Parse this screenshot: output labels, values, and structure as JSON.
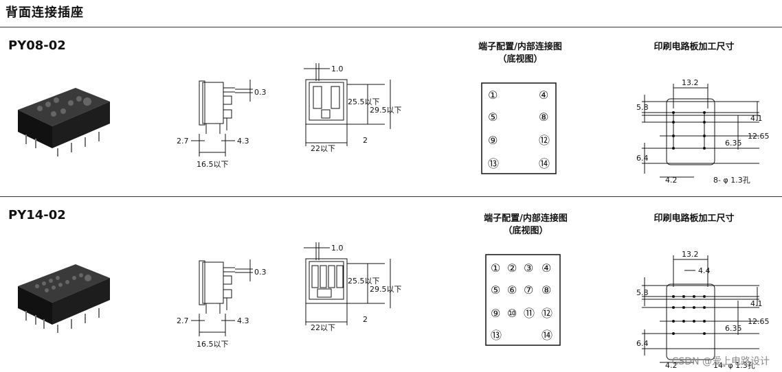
{
  "page": {
    "title": "背面连接插座"
  },
  "sections": [
    {
      "model": "PY08-02",
      "terminal_header": [
        "端子配置/内部连接图",
        "（底视图）"
      ],
      "pcb_header": "印刷电路板加工尺寸",
      "side_dims": {
        "tab": "0.3",
        "left": "2.7",
        "right": "4.3",
        "width": "16.5以下"
      },
      "front_dims": {
        "top": "1.0",
        "h1": "25.5以下",
        "h2": "29.5以下",
        "bottom": "2",
        "width": "22以下"
      },
      "pins": [
        "①",
        "④",
        "⑤",
        "⑧",
        "⑨",
        "⑫",
        "⑬",
        "⑭"
      ],
      "pcb_dims": {
        "a": "13.2",
        "b": "5.8",
        "c": "4.1",
        "d": "12.65",
        "e": "6.35",
        "f": "6.4",
        "g": "4.2",
        "hole": "8- φ 1.3孔"
      }
    },
    {
      "model": "PY14-02",
      "terminal_header": [
        "端子配置/内部连接图",
        "（底视图）"
      ],
      "pcb_header": "印刷电路板加工尺寸",
      "side_dims": {
        "tab": "0.3",
        "left": "2.7",
        "right": "4.3",
        "width": "16.5以下"
      },
      "front_dims": {
        "top": "1.0",
        "h1": "25.5以下",
        "h2": "29.5以下",
        "bottom": "2",
        "width": "22以下"
      },
      "pins": [
        "①",
        "②",
        "③",
        "④",
        "⑤",
        "⑥",
        "⑦",
        "⑧",
        "⑨",
        "⑩",
        "⑪",
        "⑫",
        "⑬",
        "⑭"
      ],
      "pcb_dims": {
        "a": "13.2",
        "a2": "4.4",
        "b": "5.8",
        "c": "4.1",
        "d": "12.65",
        "e": "6.35",
        "f": "6.4",
        "g": "4.2",
        "hole": "14- φ 1.3孔"
      }
    }
  ],
  "watermark": "CSDN @爱上电路设计"
}
